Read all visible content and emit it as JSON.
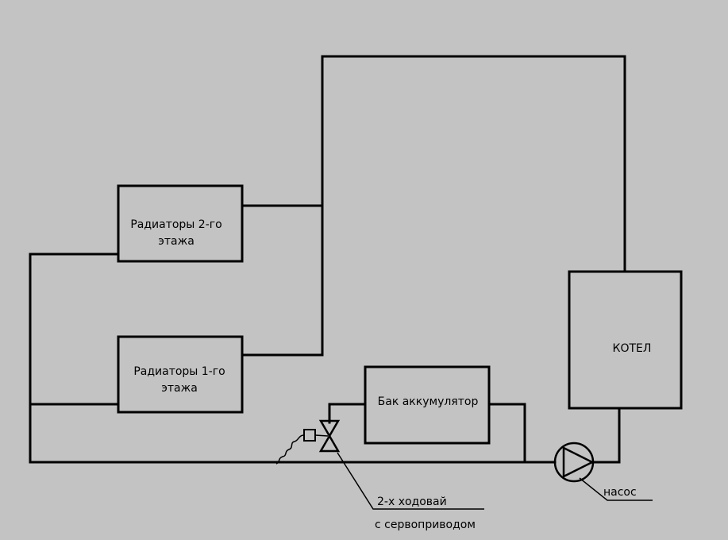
{
  "colors": {
    "background": "#c3c3c3",
    "line": "#000000"
  },
  "boxes": {
    "radiators_floor2": {
      "line1": "Радиаторы 2-го",
      "line2": "этажа"
    },
    "radiators_floor1": {
      "line1": "Радиаторы 1-го",
      "line2": "этажа"
    },
    "storage_tank": {
      "label": "Бак аккумулятор"
    },
    "boiler": {
      "label": "КОТЕЛ"
    }
  },
  "symbols": {
    "valve": {
      "icon": "two-way-valve-icon",
      "actuator_icon": "servo-actuator-icon"
    },
    "pump": {
      "icon": "pump-icon"
    }
  },
  "callouts": {
    "valve_line1": "2-х ходовай",
    "valve_line2": "с сервоприводом",
    "pump": "насос"
  }
}
